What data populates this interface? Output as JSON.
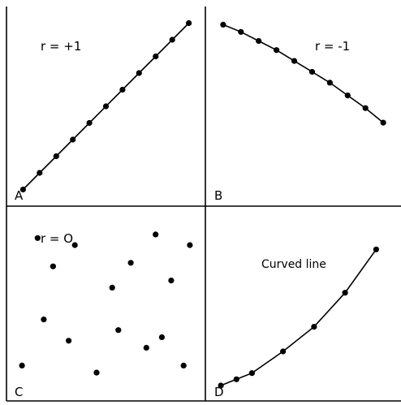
{
  "chart_data": [
    {
      "type": "scatter",
      "panel": "A",
      "annotation": "r = +1",
      "connected": true,
      "x": [
        1,
        2,
        3,
        4,
        5,
        6,
        7,
        8,
        9,
        10,
        11
      ],
      "y": [
        1,
        2,
        3,
        4,
        5,
        6,
        7,
        8,
        9,
        10,
        11
      ],
      "xlim": [
        0,
        12
      ],
      "ylim": [
        0,
        12
      ]
    },
    {
      "type": "scatter",
      "panel": "B",
      "annotation": "r = -1",
      "connected": true,
      "x": [
        1,
        2,
        3,
        4,
        5,
        6,
        7,
        8,
        9,
        10
      ],
      "y": [
        10,
        9.6,
        9.1,
        8.6,
        8.0,
        7.4,
        6.8,
        6.1,
        5.4,
        4.6
      ],
      "xlim": [
        0,
        11
      ],
      "ylim": [
        0,
        11
      ]
    },
    {
      "type": "scatter",
      "panel": "C",
      "annotation": "r = O",
      "connected": false,
      "x": [
        0.5,
        1.0,
        1.2,
        1.5,
        2.0,
        2.2,
        2.9,
        3.4,
        3.6,
        4.0,
        4.5,
        4.8,
        5.0,
        5.3,
        5.7,
        5.9
      ],
      "y": [
        1.0,
        4.6,
        2.3,
        3.8,
        1.7,
        4.4,
        0.8,
        3.2,
        2.0,
        3.9,
        1.5,
        4.7,
        1.8,
        3.4,
        1.0,
        4.4
      ],
      "xlim": [
        0,
        6.4
      ],
      "ylim": [
        0,
        5.5
      ]
    },
    {
      "type": "line",
      "panel": "D",
      "annotation": "Curved line",
      "connected": true,
      "x": [
        0.5,
        1.0,
        1.5,
        2.5,
        3.5,
        4.5,
        5.5
      ],
      "y": [
        0.5,
        0.7,
        0.9,
        1.6,
        2.4,
        3.5,
        4.9
      ],
      "xlim": [
        0,
        6.3
      ],
      "ylim": [
        0,
        6.3
      ]
    }
  ]
}
